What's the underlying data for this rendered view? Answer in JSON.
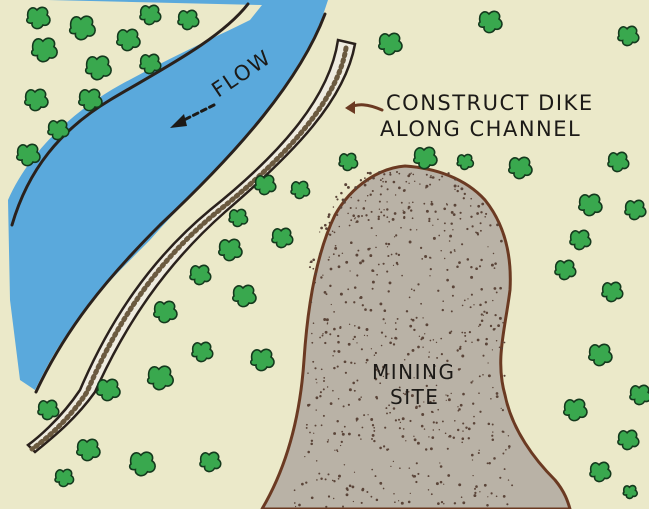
{
  "labels": {
    "flow": "FLOW",
    "dike_line1": "CONSTRUCT DIKE",
    "dike_line2": "ALONG CHANNEL",
    "site_line1": "MINING",
    "site_line2": "SITE"
  },
  "colors": {
    "background": "#ebe9c9",
    "river": "#5aa9dc",
    "bank_outline": "#2a211c",
    "dike_fill": "#efece0",
    "mining_fill": "#b9b2a6",
    "mining_outline": "#6b3a22",
    "shrub": "#39a84e",
    "shrub_outline": "#14391d"
  },
  "icons": {
    "shrub": "shrub-icon",
    "flow_arrow": "arrow-left-icon"
  }
}
